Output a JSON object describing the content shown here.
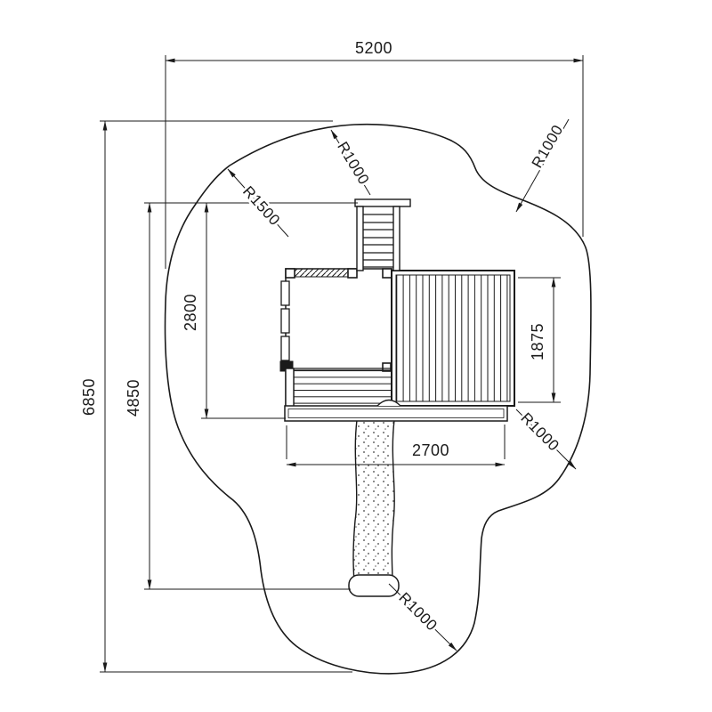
{
  "drawing": {
    "colors": {
      "line": "#1a1a1a",
      "background": "#ffffff"
    },
    "dimensions": {
      "top_width": "5200",
      "overall_height": "6850",
      "structure_slide_height": "4850",
      "structure_height": "2800",
      "platform_depth": "1875",
      "bottom_width": "2700"
    },
    "radii": {
      "top_left": "R1500",
      "top_center": "R1000",
      "top_right": "R1000",
      "right": "R1000",
      "bottom": "R1000"
    }
  }
}
